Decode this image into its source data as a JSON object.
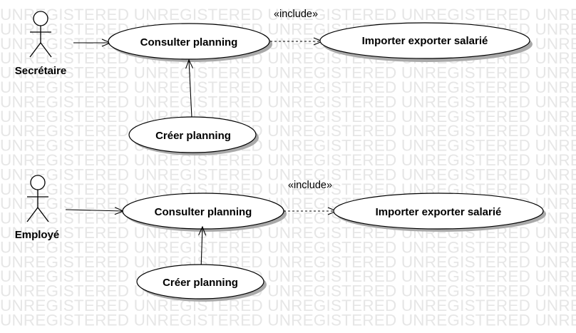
{
  "watermark": {
    "text": "UNREGISTERED UNREGISTERED UNREGISTERED UNREGISTERED UNREGISTERED"
  },
  "diagrams": [
    {
      "actor": "Secrétaire",
      "use_cases": {
        "main": "Consulter planning",
        "included": "Importer exporter salarié",
        "extension": "Créer planning"
      },
      "include_label": "«include»"
    },
    {
      "actor": "Employé",
      "use_cases": {
        "main": "Consulter planning",
        "included": "Importer exporter salarié",
        "extension": "Créer planning"
      },
      "include_label": "«include»"
    }
  ]
}
